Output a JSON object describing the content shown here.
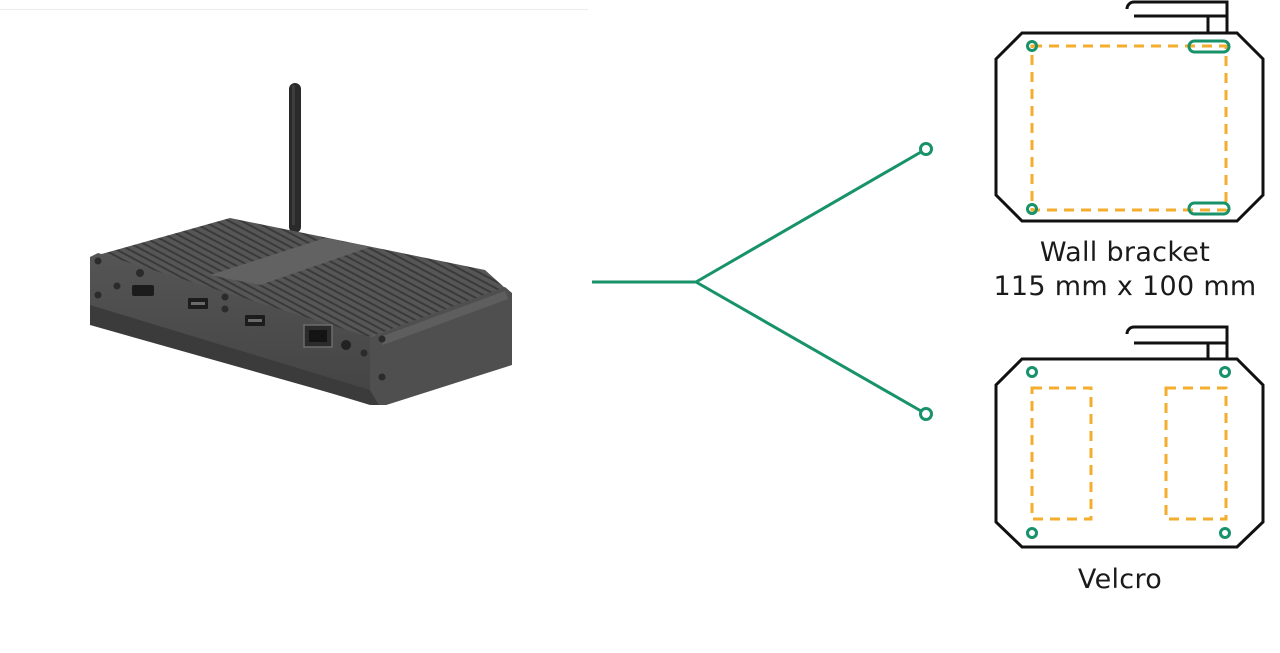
{
  "colors": {
    "connector": "#17926a",
    "outline": "#111111",
    "dashed": "#f5ad2d",
    "device_body": "#4a4a4a"
  },
  "device": {
    "name": "media-player-device",
    "ports": [
      "hdmi",
      "usb-a",
      "usb-a",
      "micro-sd",
      "ethernet",
      "dc-power"
    ],
    "has_antenna": true
  },
  "options": [
    {
      "id": "wall-bracket",
      "title": "Wall bracket",
      "dimensions": "115 mm x 100 mm"
    },
    {
      "id": "velcro",
      "title": "Velcro"
    }
  ]
}
